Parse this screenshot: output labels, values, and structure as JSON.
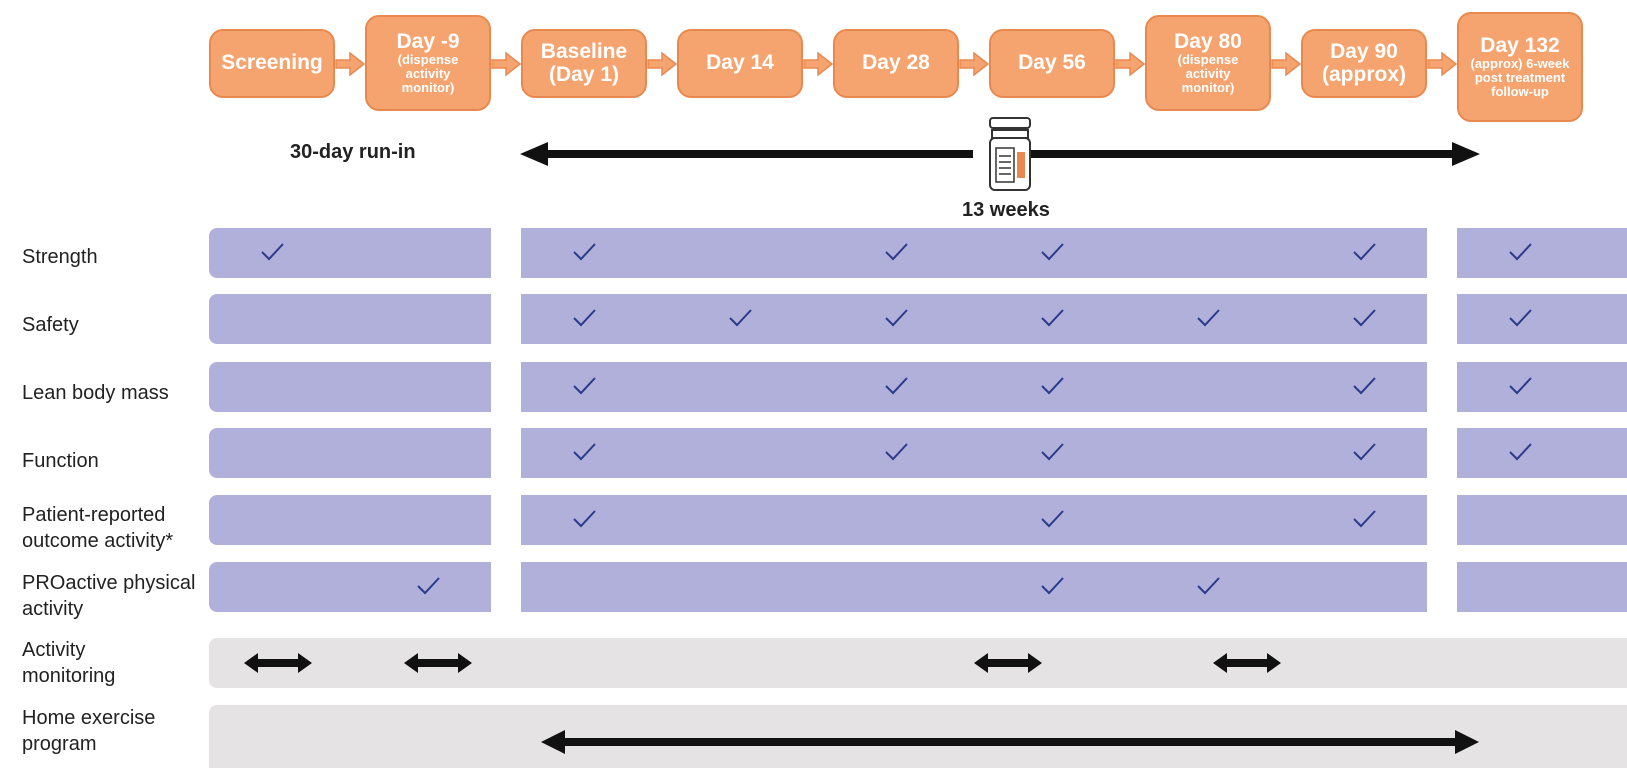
{
  "visits": [
    {
      "main": "Screening",
      "sub": ""
    },
    {
      "main": "Day -9",
      "sub": "(dispense activity monitor)"
    },
    {
      "main": "Baseline (Day 1)",
      "sub": ""
    },
    {
      "main": "Day 14",
      "sub": ""
    },
    {
      "main": "Day 28",
      "sub": ""
    },
    {
      "main": "Day 56",
      "sub": ""
    },
    {
      "main": "Day 80",
      "sub": "(dispense activity monitor)"
    },
    {
      "main": "Day 90 (approx)",
      "sub": ""
    },
    {
      "main": "Day 132",
      "sub": "(approx) 6-week post treatment follow-up"
    }
  ],
  "runin_label": "30-day run-in",
  "treatment_label": "13 weeks",
  "rows": [
    {
      "label": "Strength",
      "checks": [
        true,
        false,
        true,
        false,
        true,
        true,
        false,
        true,
        true
      ]
    },
    {
      "label": "Safety",
      "checks": [
        false,
        false,
        true,
        true,
        true,
        true,
        true,
        true,
        true
      ]
    },
    {
      "label": "Lean body mass",
      "checks": [
        false,
        false,
        true,
        false,
        true,
        true,
        false,
        true,
        true
      ]
    },
    {
      "label": "Function",
      "checks": [
        false,
        false,
        true,
        false,
        true,
        true,
        false,
        true,
        true
      ]
    },
    {
      "label": "Patient-reported outcome activity*",
      "checks": [
        false,
        false,
        true,
        false,
        false,
        true,
        false,
        true,
        false
      ]
    },
    {
      "label": "PROactive physical activity",
      "checks": [
        false,
        true,
        false,
        false,
        false,
        true,
        true,
        false,
        false
      ]
    },
    {
      "label": "Activity monitoring",
      "checks": []
    },
    {
      "label": "Home exercise program",
      "checks": []
    }
  ],
  "colors": {
    "visit_fill": "#f5a46f",
    "band_purple": "#b0b0da",
    "band_gray": "#e5e3e3",
    "check": "#2b3a8a"
  }
}
